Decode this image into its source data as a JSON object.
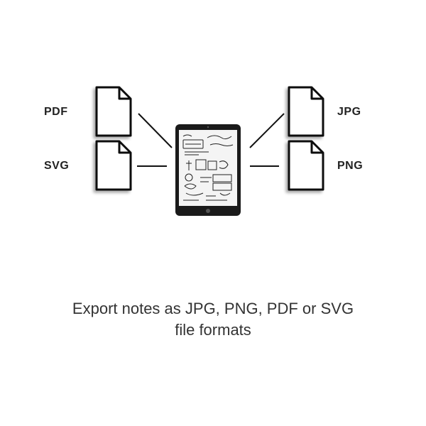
{
  "formats": {
    "left_top": "PDF",
    "left_bottom": "SVG",
    "right_top": "JPG",
    "right_bottom": "PNG"
  },
  "caption": {
    "line1": "Export notes as JPG, PNG, PDF or SVG",
    "line2": "file formats"
  },
  "colors": {
    "ink": "#111111",
    "text": "#333333",
    "background": "#ffffff"
  },
  "icons": {
    "file": "file-icon",
    "tablet": "tablet-icon"
  }
}
